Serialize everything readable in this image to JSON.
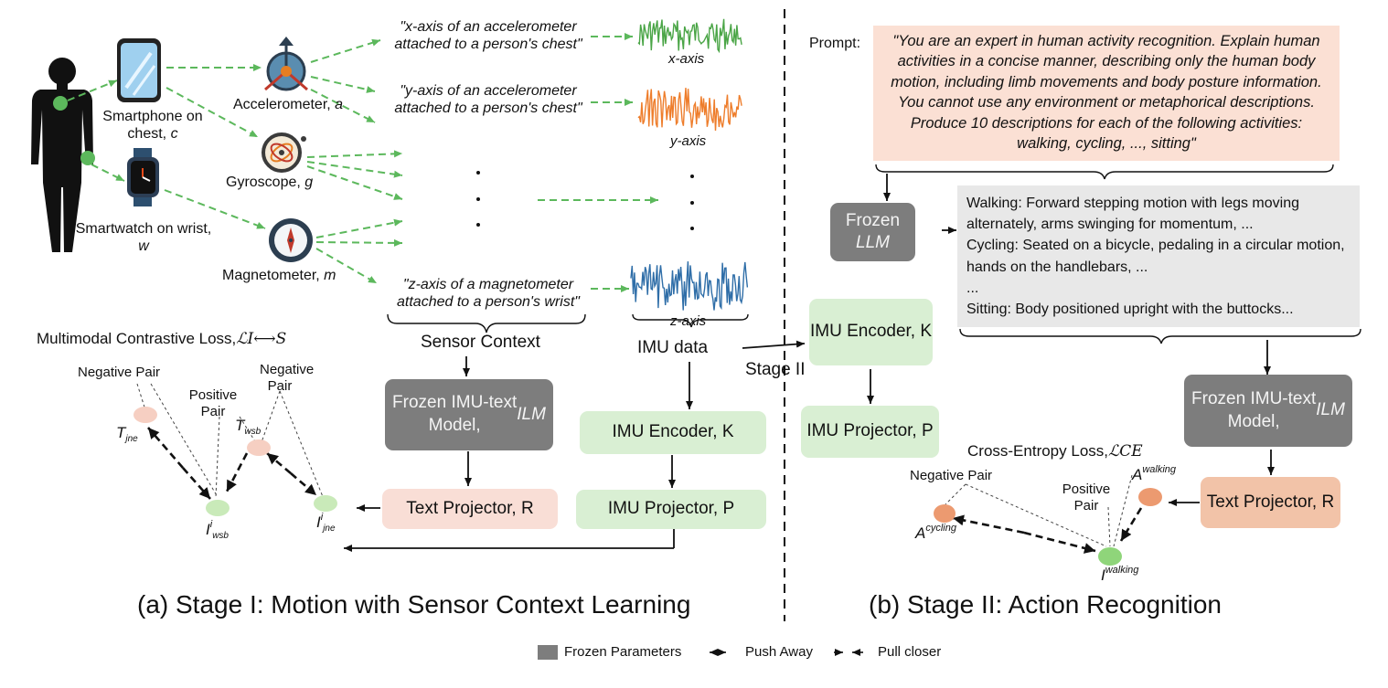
{
  "stage1": {
    "devices": {
      "smartphone": "Smartphone on chest, c",
      "smartwatch": "Smartwatch on wrist, w"
    },
    "sensors": {
      "accelerometer": "Accelerometer, a",
      "gyroscope": "Gyroscope, g",
      "magnetometer": "Magnetometer, m"
    },
    "contexts": {
      "x": "\"x-axis of an accelerometer attached to a person's chest\"",
      "y": "\"y-axis of an accelerometer attached to a person's chest\"",
      "z": "\"z-axis of a magnetometer attached to a person's wrist\""
    },
    "signals": {
      "x": "x-axis",
      "y": "y-axis",
      "z": "z-axis"
    },
    "sensor_context_label": "Sensor Context",
    "imu_data_label": "IMU data",
    "stage2_label": "Stage II",
    "loss_title": "Multimodal Contrastive Loss,",
    "loss_symbol": "ℒI⟷S",
    "negative_pair": "Negative Pair",
    "positive_pair": "Positive Pair",
    "nodes": {
      "T_jne": "Tjne",
      "T_wsb": "Twsb",
      "I_wsb": "Iiwsb",
      "I_jne": "Iijne"
    },
    "frozen_model": "Frozen IMU-text Model, ILM",
    "text_projector": "Text Projector, R",
    "imu_encoder": "IMU Encoder, K",
    "imu_projector": "IMU Projector, P",
    "caption": "(a) Stage I: Motion with Sensor Context Learning"
  },
  "stage2": {
    "prompt_label": "Prompt:",
    "prompt_text": "\"You are an expert in human activity recognition. Explain human activities in a concise manner, describing only the human body motion, including limb movements and body posture information. You cannot use any environment or metaphorical descriptions. Produce 10 descriptions for each of the following activities: walking, cycling, ..., sitting\"",
    "frozen_llm": "Frozen LLM",
    "descriptions": [
      "Walking: Forward stepping motion with legs moving alternately, arms swinging for momentum, ...",
      "Cycling: Seated on a bicycle, pedaling in a circular motion, hands on the handlebars, ...",
      "...",
      "Sitting: Body positioned upright with the buttocks..."
    ],
    "imu_encoder": "IMU Encoder, K",
    "imu_projector": "IMU Projector, P",
    "frozen_model": "Frozen IMU-text Model, ILM",
    "text_projector": "Text Projector, R",
    "loss_title": "Cross-Entropy Loss,",
    "loss_symbol": "ℒCE",
    "negative_pair": "Negative Pair",
    "positive_pair": "Positive Pair",
    "nodes": {
      "A_walking": "Awalking",
      "A_cycling": "Acycling",
      "I_walking": "Iwalking"
    },
    "caption": "(b) Stage II: Action Recognition"
  },
  "legend": {
    "frozen": "Frozen Parameters",
    "push": "Push Away",
    "pull": "Pull closer"
  },
  "colors": {
    "arrow_green": "#5cb85c",
    "frozen_gray": "#7d7d7d",
    "encoder_green": "#d9efd3",
    "projector_peach": "#f9ded6",
    "prompt_bg": "#fbe0d4",
    "desc_bg": "#e8e8e8",
    "signal_x": "#4aa546",
    "signal_y": "#ee7d2b",
    "signal_z": "#2f6ea8",
    "node_peach": "#f6cfc2",
    "node_green": "#c9eab9",
    "node_orange": "#ec9a70",
    "node_lime": "#8fd57a"
  }
}
